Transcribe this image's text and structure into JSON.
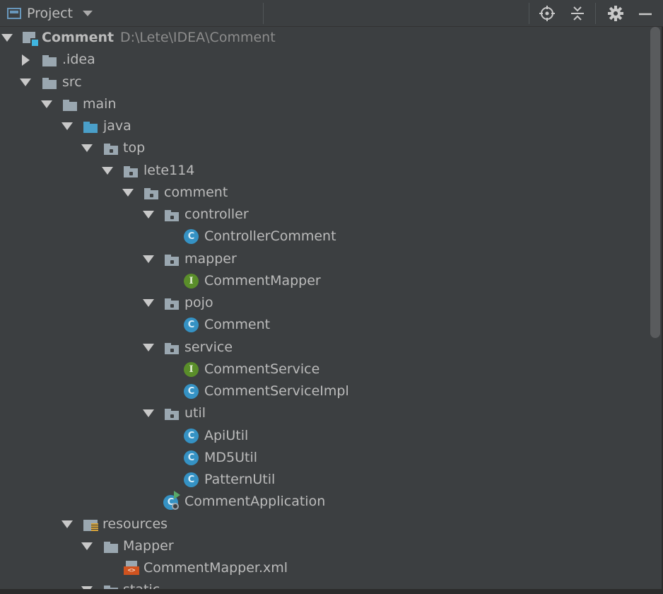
{
  "toolbar": {
    "title": "Project",
    "icons": [
      "project-window-icon",
      "dropdown-caret-icon",
      "locate-target-icon",
      "collapse-all-icon",
      "settings-gear-icon",
      "hide-minimize-icon"
    ]
  },
  "tree": {
    "root": {
      "label": "Comment",
      "path": "D:\\Lete\\IDEA\\Comment",
      "icon": "module-icon"
    },
    "idea": {
      "label": ".idea",
      "icon": "folder-icon"
    },
    "src": {
      "label": "src",
      "icon": "folder-icon"
    },
    "main": {
      "label": "main",
      "icon": "folder-icon"
    },
    "java": {
      "label": "java",
      "icon": "source-folder-icon"
    },
    "top": {
      "label": "top",
      "icon": "package-icon"
    },
    "lete114": {
      "label": "lete114",
      "icon": "package-icon"
    },
    "comment": {
      "label": "comment",
      "icon": "package-icon"
    },
    "controller": {
      "label": "controller",
      "icon": "package-icon"
    },
    "controller_comment": {
      "label": "ControllerComment",
      "icon": "class-icon"
    },
    "mapper": {
      "label": "mapper",
      "icon": "package-icon"
    },
    "comment_mapper": {
      "label": "CommentMapper",
      "icon": "interface-icon"
    },
    "pojo": {
      "label": "pojo",
      "icon": "package-icon"
    },
    "comment_class": {
      "label": "Comment",
      "icon": "class-icon"
    },
    "service": {
      "label": "service",
      "icon": "package-icon"
    },
    "comment_service": {
      "label": "CommentService",
      "icon": "interface-icon"
    },
    "comment_service_impl": {
      "label": "CommentServiceImpl",
      "icon": "class-icon"
    },
    "util": {
      "label": "util",
      "icon": "package-icon"
    },
    "api_util": {
      "label": "ApiUtil",
      "icon": "class-icon"
    },
    "md5_util": {
      "label": "MD5Util",
      "icon": "class-icon"
    },
    "pattern_util": {
      "label": "PatternUtil",
      "icon": "class-icon"
    },
    "comment_application": {
      "label": "CommentApplication",
      "icon": "spring-boot-application-icon"
    },
    "resources": {
      "label": "resources",
      "icon": "resources-folder-icon"
    },
    "mapper_folder": {
      "label": "Mapper",
      "icon": "folder-icon"
    },
    "comment_mapper_xml": {
      "label": "CommentMapper.xml",
      "icon": "xml-file-icon"
    },
    "static": {
      "label": "static",
      "icon": "folder-icon"
    }
  },
  "colors": {
    "background": "#3c3f41",
    "text": "#bbbbbb",
    "path_text": "#8c8c8c",
    "class_badge": "#3592c4",
    "interface_badge": "#5a8e2a",
    "source_folder": "#4a9fc9",
    "xml_badge": "#d0531f"
  }
}
